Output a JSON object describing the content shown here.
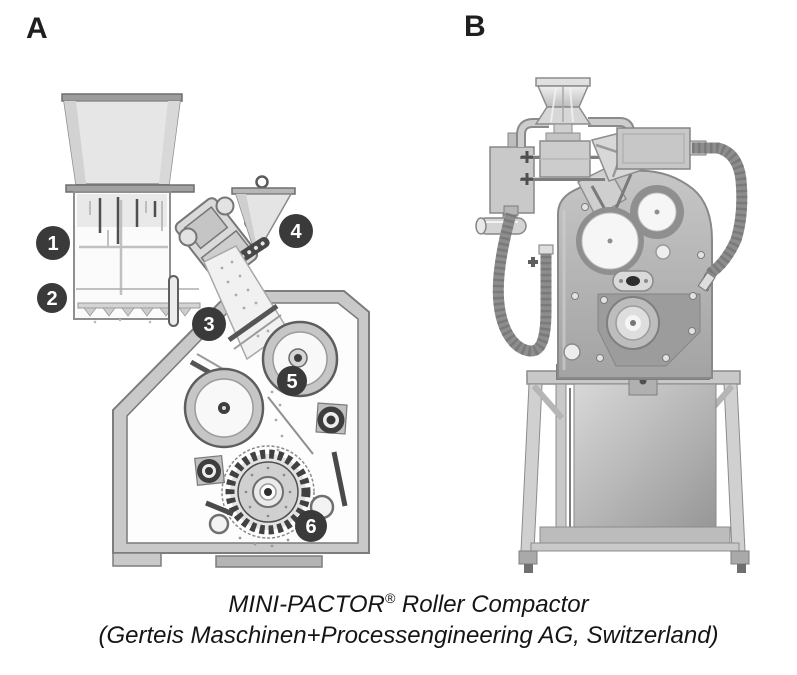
{
  "figure": {
    "panel_a": {
      "label": "A",
      "callouts": [
        "1",
        "2",
        "3",
        "4",
        "5",
        "6"
      ]
    },
    "panel_b": {
      "label": "B"
    },
    "caption": {
      "line1_brand": "MINI-PACTOR",
      "line1_registered": "®",
      "line1_rest": " Roller Compactor",
      "line2": "(Gerteis Maschinen+Processengineering AG, Switzerland)"
    }
  },
  "colors": {
    "background": "#ffffff",
    "badge": "#3a3a3a",
    "badge_text": "#ffffff",
    "diagram_outline": "#7d7d7d",
    "diagram_fill": "#c9c9c9",
    "photo_body_gray": "#b0b0b0",
    "roller_white": "#f6f6f6",
    "caption_text": "#151515",
    "label_text": "#1f1f1f"
  }
}
